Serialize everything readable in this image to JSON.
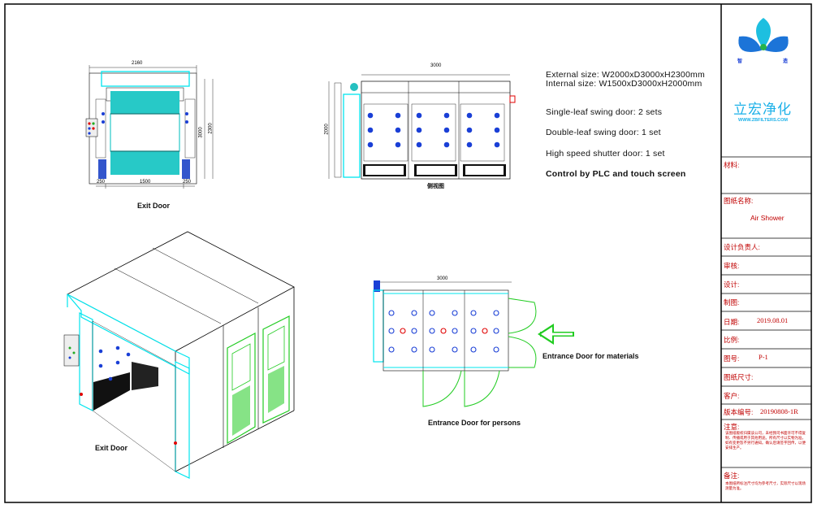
{
  "elevation_top_left": {
    "width_total": "2160",
    "height": "3000",
    "height_outer": "2300",
    "side_left": "250",
    "opening": "1500",
    "side_right": "250",
    "caption": "Exit Door"
  },
  "front_view": {
    "width": "3000",
    "height": "2000",
    "caption": "侧视图"
  },
  "specs": {
    "external": "External size: W2000xD3000xH2300mm",
    "internal": "Internal size:  W1500xD3000xH2000mm",
    "single_leaf": "Single-leaf swing door: 2 sets",
    "double_leaf": "Double-leaf swing door: 1 set",
    "shutter": "High speed shutter door: 1 set",
    "control": "Control by PLC and touch screen"
  },
  "plan_view": {
    "width": "3000",
    "materials_label": "Entrance Door for materials",
    "persons_label": "Entrance Door for persons"
  },
  "iso_view": {
    "caption": "Exit Door"
  },
  "title_block": {
    "company": "立宏净化",
    "website": "WWW.ZBFILTERS.COM",
    "logo_left": "智",
    "logo_right": "造",
    "material_label": "材料:",
    "drawing_name_label": "图纸名称:",
    "drawing_name": "Air Shower",
    "designer_lead_label": "设计负责人:",
    "review_label": "审核:",
    "design_label": "设计:",
    "draw_label": "制图:",
    "date_label": "日期:",
    "date": "2019.08.01",
    "scale_label": "比例:",
    "drawing_no_label": "图号:",
    "drawing_no": "P-1",
    "size_label": "图纸尺寸:",
    "customer_label": "客户:",
    "version_label": "版本编号:",
    "version": "20190808-1R",
    "notes_label": "注意:",
    "notes_text": "该图纸版权归属该公司，未经我司书面许可不得复制、传播或用于其他用途。所有尺寸以实物为准，如有变更恕不另行通知。确认后请签字回传，以便安排生产。",
    "remark_label": "备注:",
    "remark_text": "本图纸所标注尺寸均为参考尺寸，实际尺寸以现场测量为准。"
  },
  "colors": {
    "cyan": "#00e5ee",
    "green": "#22cc22",
    "blue": "#1a3fd6",
    "red": "#e00000",
    "titleblock_red": "#c00000"
  }
}
